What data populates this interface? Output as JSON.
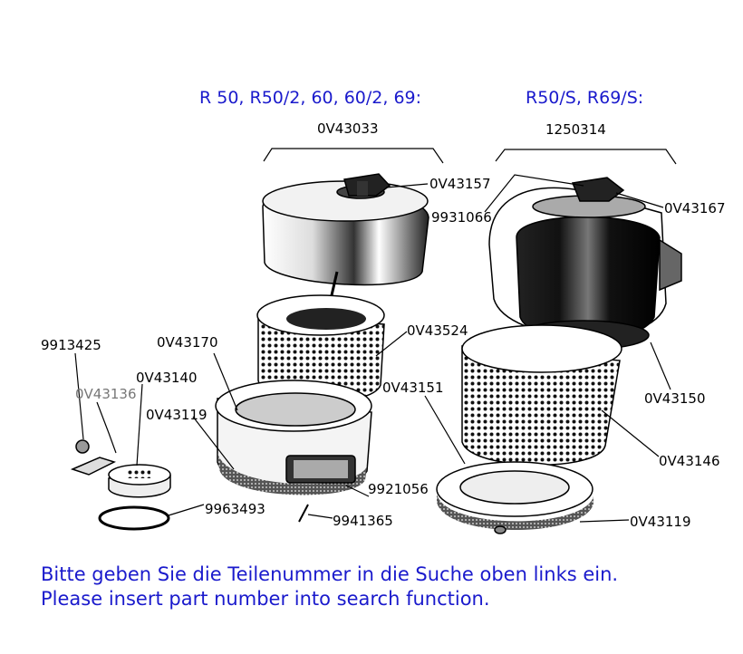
{
  "headings": {
    "left": "R 50, R50/2, 60, 60/2, 69:",
    "right": "R50/S, R69/S:"
  },
  "assemblies": {
    "left": "0V43033",
    "right": "1250314"
  },
  "parts": {
    "p_0v43157": "0V43157",
    "p_9931066": "9931066",
    "p_0v43167": "0V43167",
    "p_0v43524": "0V43524",
    "p_9913425": "9913425",
    "p_0v43170": "0V43170",
    "p_0v43140": "0V43140",
    "p_0v43136": "0V43136",
    "p_0v43151": "0V43151",
    "p_0v43150": "0V43150",
    "p_0v43119a": "0V43119",
    "p_0v43146": "0V43146",
    "p_9921056": "9921056",
    "p_9963493": "9963493",
    "p_9941365": "9941365",
    "p_0v43119b": "0V43119"
  },
  "notes": {
    "de": "Bitte geben Sie die Teilenummer in die Suche oben links ein.",
    "en": "Please insert part number into search function."
  },
  "colors": {
    "heading": "#1a1acc",
    "text": "#000000"
  }
}
